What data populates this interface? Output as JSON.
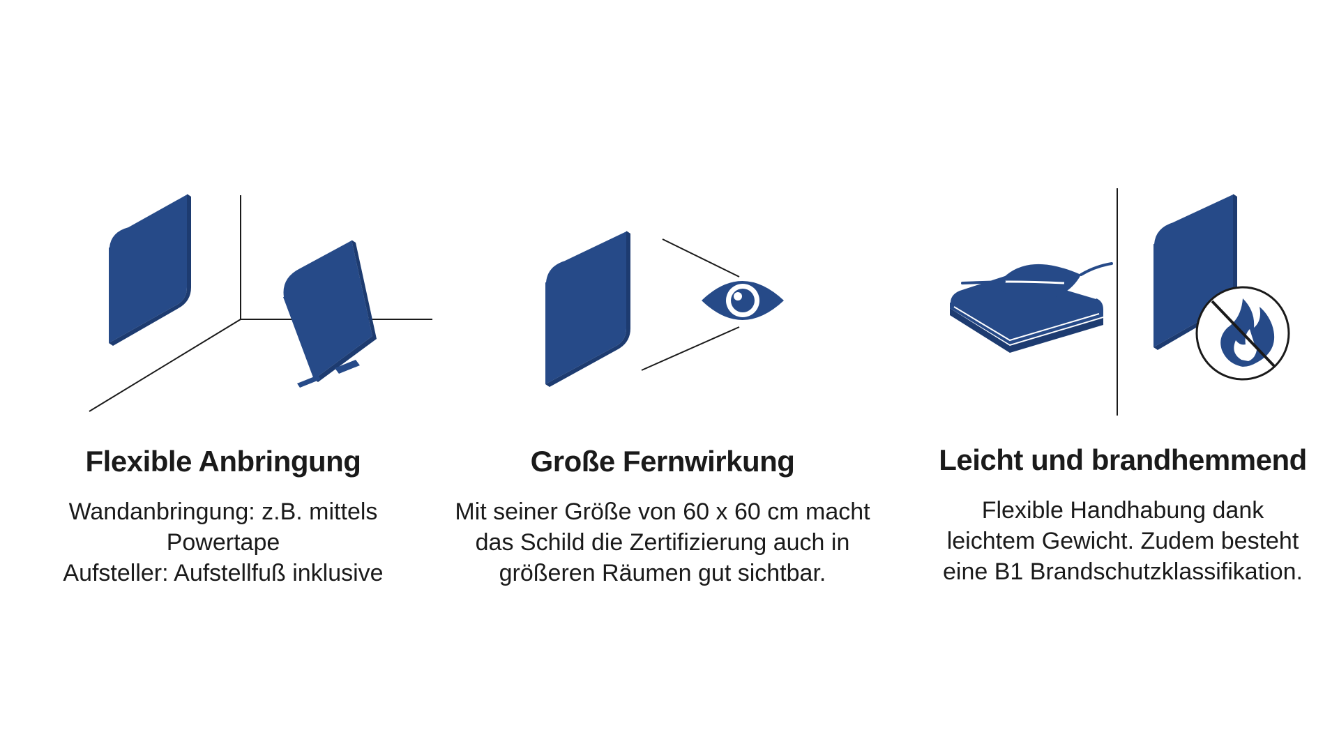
{
  "colors": {
    "accent": "#264a88",
    "line": "#1a1a1a",
    "text": "#1a1a1a",
    "background": "#ffffff"
  },
  "features": [
    {
      "icon": "wall-mount-and-stand-icon",
      "title": "Flexible Anbringung",
      "lines": [
        "Wandanbringung: z.B. mittels",
        "Powertape",
        "Aufsteller: Aufstellfuß inklusive"
      ]
    },
    {
      "icon": "sign-with-eye-icon",
      "title": "Große Fernwirkung",
      "lines": [
        "Mit seiner Größe von 60 x 60 cm macht",
        "das Schild die Zertifizierung auch in",
        "größeren Räumen gut sichtbar."
      ]
    },
    {
      "icon": "leaf-and-fire-protection-icon",
      "title": "Leicht und brandhemmend",
      "lines": [
        "Flexible Handhabung dank",
        "leichtem Gewicht. Zudem besteht",
        "eine B1 Brandschutzklassifikation."
      ]
    }
  ]
}
